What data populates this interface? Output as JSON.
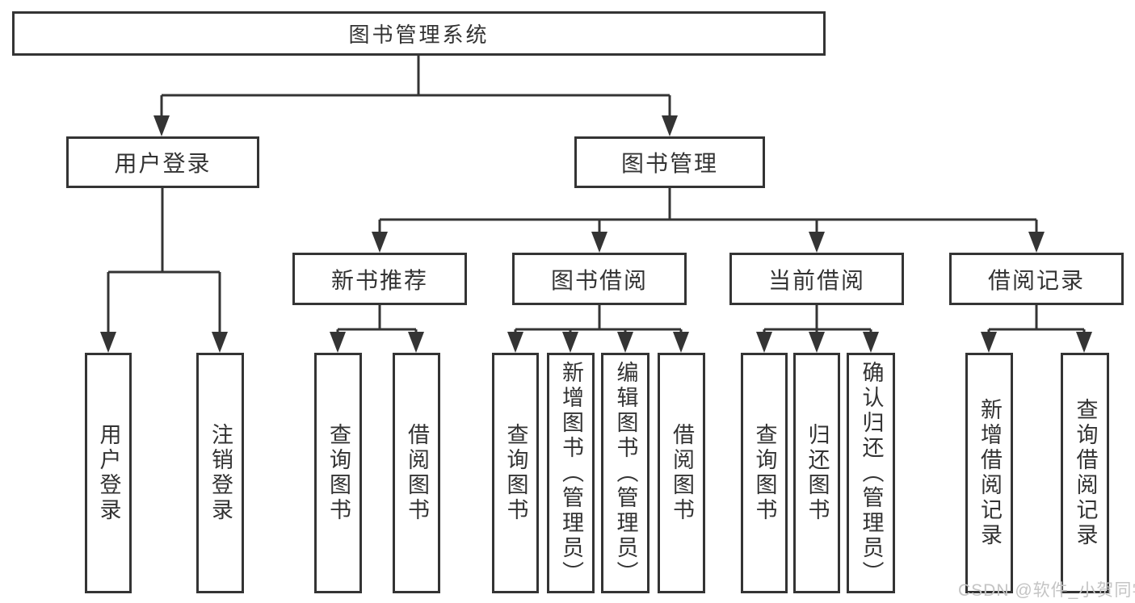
{
  "diagram": {
    "root": "图书管理系统",
    "level2": [
      {
        "label": "用户登录",
        "children": [
          "用户登录",
          "注销登录"
        ]
      },
      {
        "label": "图书管理"
      }
    ],
    "level3": [
      {
        "label": "新书推荐",
        "children": [
          "查询图书",
          "借阅图书"
        ]
      },
      {
        "label": "图书借阅",
        "children": [
          "查询图书",
          "新增图书（管理员）",
          "编辑图书（管理员）",
          "借阅图书"
        ]
      },
      {
        "label": "当前借阅",
        "children": [
          "查询图书",
          "归还图书",
          "确认归还（管理员）"
        ]
      },
      {
        "label": "借阅记录",
        "children": [
          "新增借阅记录",
          "查询借阅记录"
        ]
      }
    ]
  },
  "watermark": "CSDN @软件_小贺同学",
  "colors": {
    "line": "#343434",
    "text": "#333333",
    "watermark": "#c4c4c4",
    "background": "#ffffff"
  }
}
